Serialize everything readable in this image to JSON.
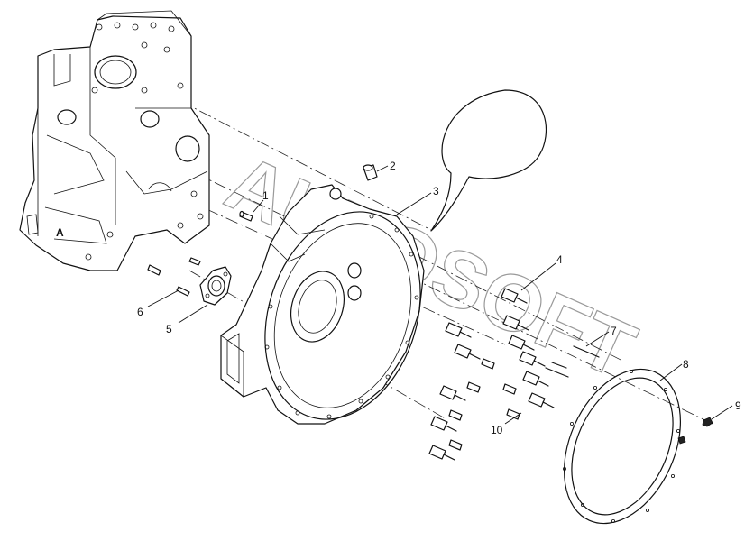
{
  "watermark": "AUTOSOFT",
  "callouts": [
    {
      "id": "1",
      "label": "1"
    },
    {
      "id": "2",
      "label": "2"
    },
    {
      "id": "3",
      "label": "3"
    },
    {
      "id": "4",
      "label": "4"
    },
    {
      "id": "5",
      "label": "5"
    },
    {
      "id": "6",
      "label": "6"
    },
    {
      "id": "7",
      "label": "7"
    },
    {
      "id": "8",
      "label": "8"
    },
    {
      "id": "9",
      "label": "9"
    },
    {
      "id": "10",
      "label": "10"
    }
  ],
  "block_marker": "A",
  "icons": {
    "engine_block": "engine-block-drawing",
    "flywheel_housing": "flywheel-housing-drawing",
    "cover_ring": "cover-ring-drawing",
    "bubble": "speech-bubble-shape"
  }
}
